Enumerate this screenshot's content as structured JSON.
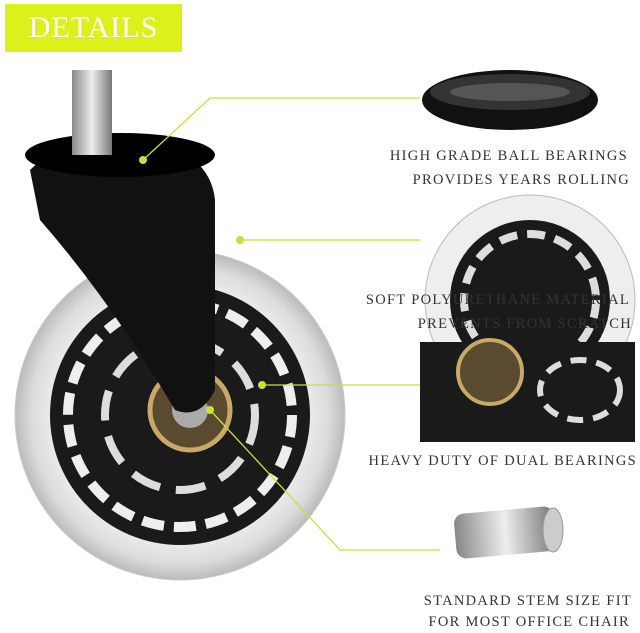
{
  "header": {
    "title": "DETAILS"
  },
  "features": [
    {
      "line1": "HIGH GRADE BALL BEARINGS",
      "line2": "PROVIDES YEARS ROLLING"
    },
    {
      "line1": "SOFT POLYURETHANE MATERIAL",
      "line2": "PREVENTS FROM SCRATCH"
    },
    {
      "line1": "HEAVY DUTY OF DUAL BEARINGS"
    },
    {
      "line1": "STANDARD STEM SIZE FIT",
      "line2": "FOR MOST OFFICE CHAIR"
    }
  ],
  "colors": {
    "accent": "#dcf01c",
    "text": "#333333"
  }
}
